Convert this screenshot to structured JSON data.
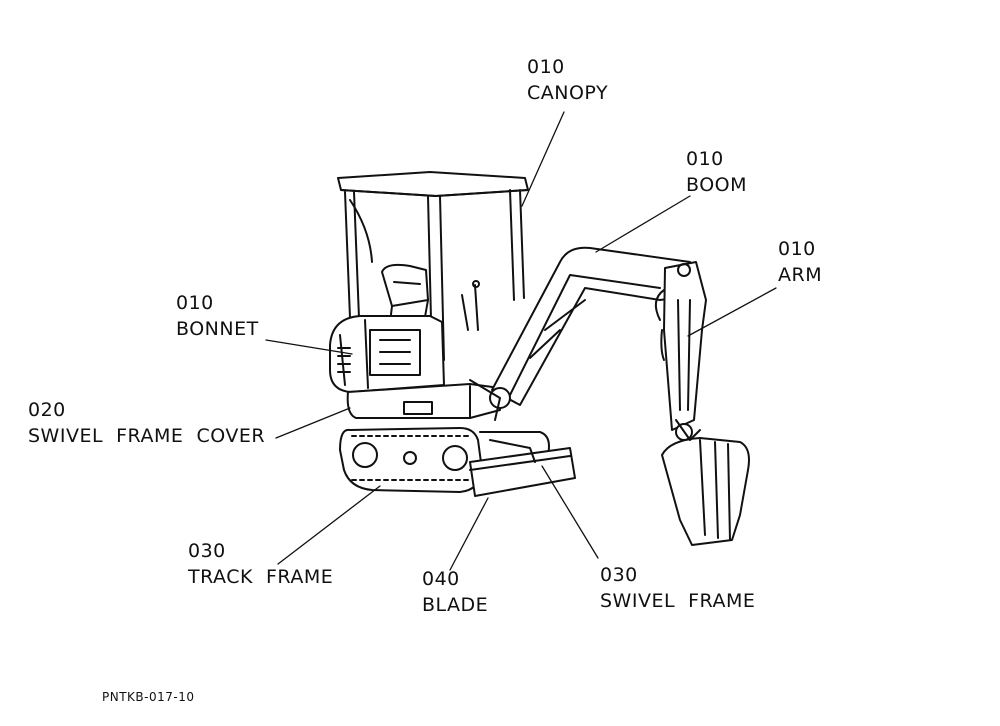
{
  "labels": {
    "canopy": {
      "code": "010",
      "name": "CANOPY"
    },
    "boom": {
      "code": "010",
      "name": "BOOM"
    },
    "arm": {
      "code": "010",
      "name": "ARM"
    },
    "bonnet": {
      "code": "010",
      "name": "BONNET"
    },
    "swivel_cover": {
      "code": "020",
      "name": "SWIVEL  FRAME  COVER"
    },
    "track_frame": {
      "code": "030",
      "name": "TRACK  FRAME"
    },
    "blade": {
      "code": "040",
      "name": "BLADE"
    },
    "swivel_frame": {
      "code": "030",
      "name": "SWIVEL  FRAME"
    }
  },
  "figure_code": "PNTKB-017-10"
}
